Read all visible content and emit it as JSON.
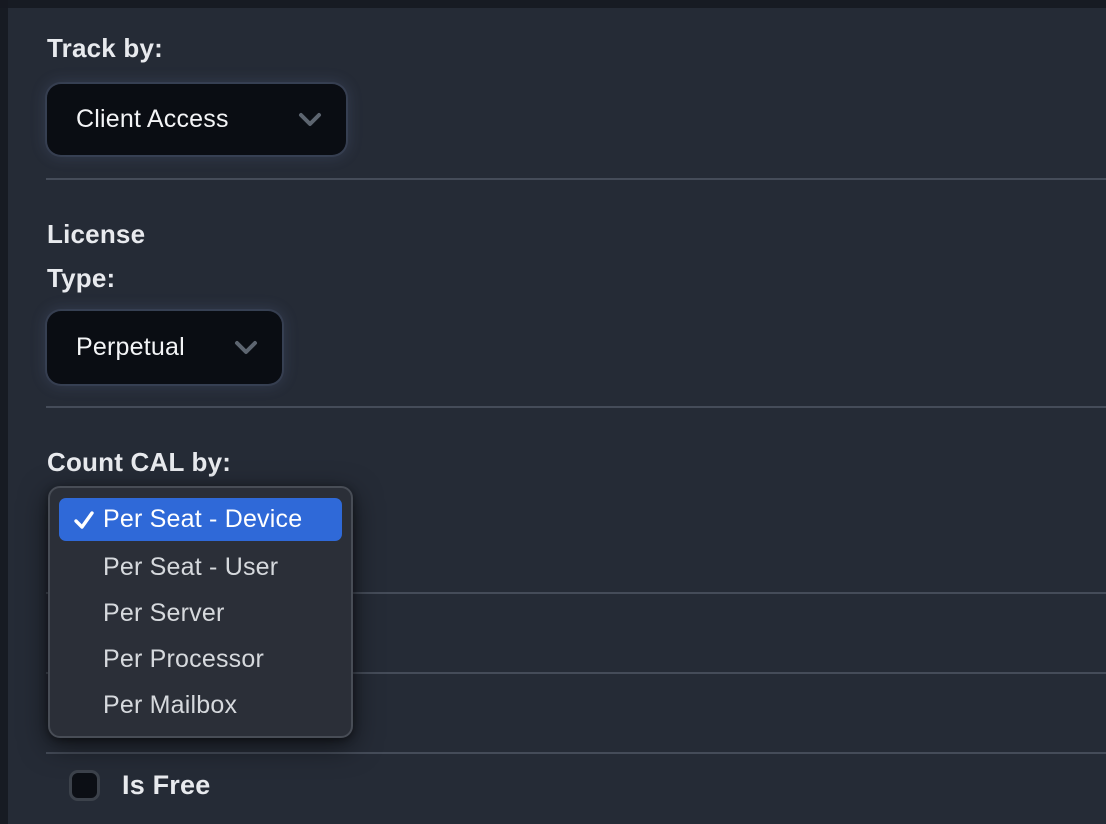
{
  "form": {
    "track_by": {
      "label": "Track by:",
      "value": "Client Access"
    },
    "license_type": {
      "label": "License Type:",
      "value": "Perpetual"
    },
    "count_cal_by": {
      "label": "Count CAL by:",
      "selected_value": "Per Seat - Device",
      "options": [
        {
          "label": "Per Seat - Device",
          "selected": true
        },
        {
          "label": "Per Seat - User",
          "selected": false
        },
        {
          "label": "Per Server",
          "selected": false
        },
        {
          "label": "Per Processor",
          "selected": false
        },
        {
          "label": "Per Mailbox",
          "selected": false
        }
      ]
    },
    "is_free": {
      "label": "Is Free",
      "checked": false
    }
  },
  "icons": {
    "chevron_down": "chevron-down-icon",
    "checkmark": "checkmark-icon"
  },
  "colors": {
    "page_background": "#252b36",
    "edge_strip": "#161a21",
    "label_text": "#e8eaee",
    "select_background": "#0a0d13",
    "select_text": "#f3f4f6",
    "chevron": "#5d6570",
    "divider": "#454c59",
    "menu_background": "#2b2f38",
    "menu_border": "#484d56",
    "menu_text": "#d6d9dd",
    "selected_option_background": "#2f69d8",
    "selected_option_text": "#ffffff",
    "checkbox_background": "#0c0f15",
    "checkbox_border": "#3c424b"
  }
}
